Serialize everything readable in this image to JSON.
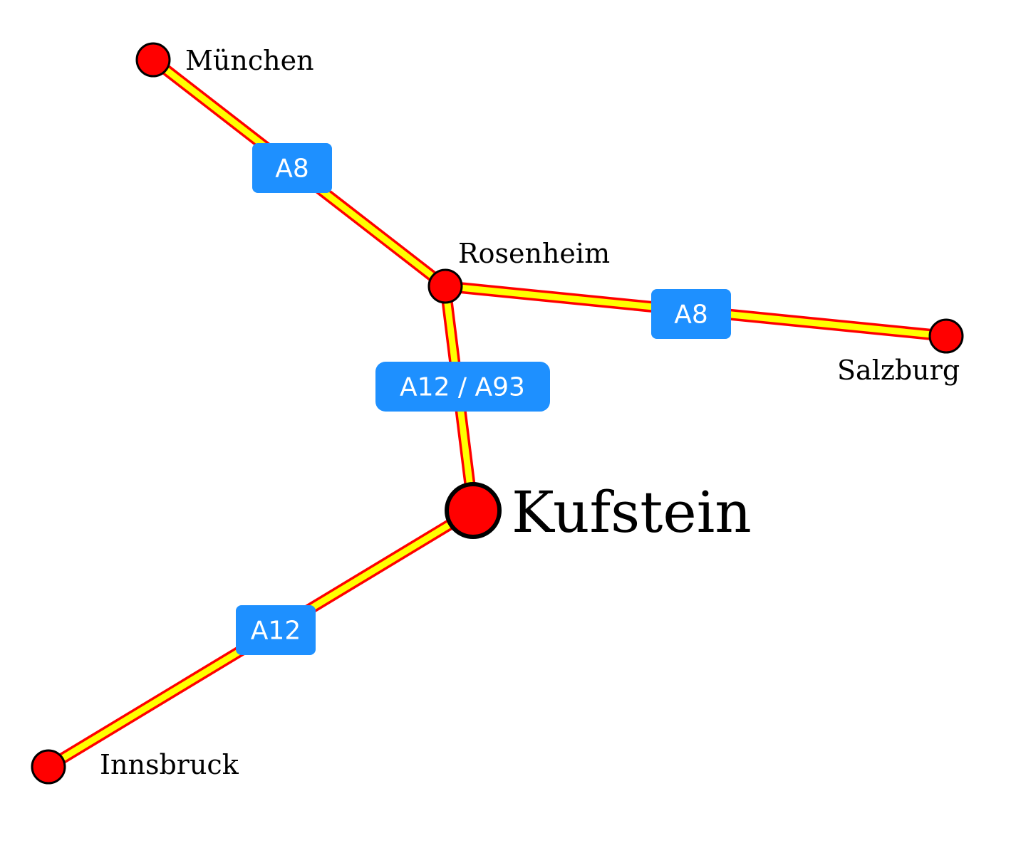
{
  "colors": {
    "road_fill": "#ffff00",
    "road_edge": "#ff0000",
    "city_fill": "#ff0000",
    "city_stroke": "#000000",
    "shield": "#1e90ff",
    "shield_text": "#ffffff"
  },
  "cities": {
    "munchen": "München",
    "rosenheim": "Rosenheim",
    "salzburg": "Salzburg",
    "kufstein": "Kufstein",
    "innsbruck": "Innsbruck"
  },
  "roads": {
    "munchen_rosenheim": "A8",
    "rosenheim_salzburg": "A8",
    "rosenheim_kufstein": "A12 / A93",
    "kufstein_innsbruck": "A12"
  }
}
